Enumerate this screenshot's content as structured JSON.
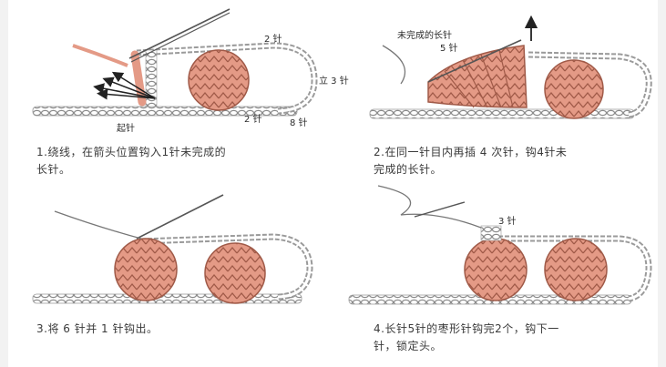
{
  "steps": [
    {
      "caption_line1": "1.绕线，在箭头位置钩入1针未完成的",
      "caption_line2": "长针。",
      "labels": {
        "two_st": "2 针",
        "stand": "立 3 针",
        "two_st_b": "2 针",
        "eight_st": "8 针",
        "base": "起针"
      }
    },
    {
      "caption_line1": "2.在同一针目内再插 4 次针，钩4针未",
      "caption_line2": "完成的长针。",
      "labels": {
        "unfinished": "未完成的长针",
        "five_st": "5 针"
      }
    },
    {
      "caption_line1": "3.将 6 针并 1 针钩出。",
      "caption_line2": "",
      "labels": {}
    },
    {
      "caption_line1": "4.长针5针的枣形针钩完2个，钩下一",
      "caption_line2": "针，锁定头。",
      "labels": {
        "three_st": "3 针"
      }
    }
  ],
  "colors": {
    "yarn_pink": "#e49a86",
    "yarn_outline": "#a05a48",
    "chain_gray": "#9a9a9a",
    "arrow": "#222222",
    "text": "#3a3a3a"
  }
}
